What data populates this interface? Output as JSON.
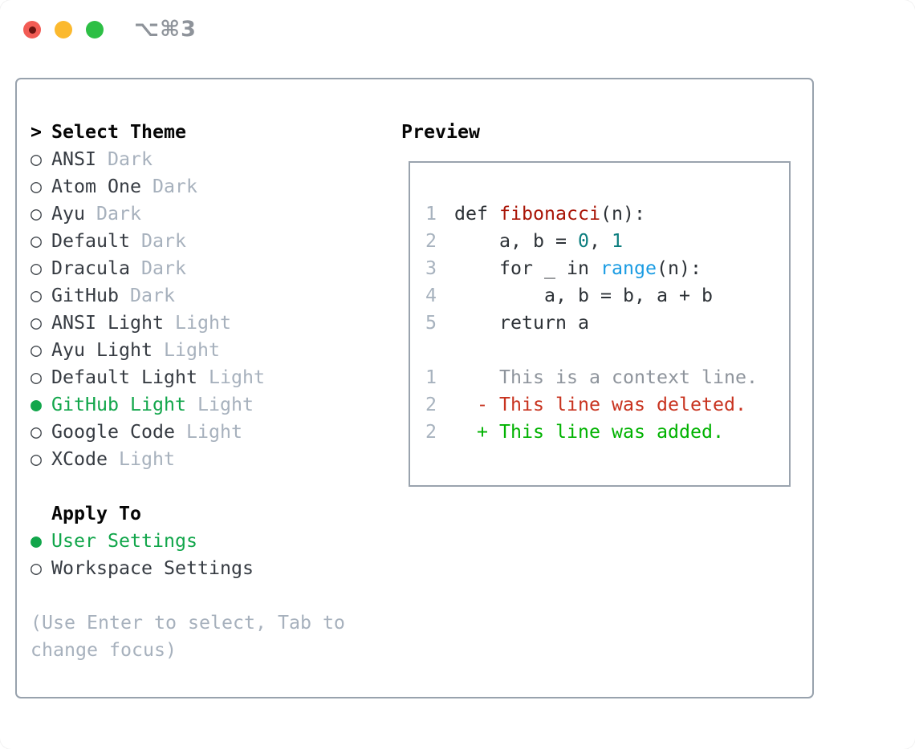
{
  "window": {
    "title": "⌥⌘3"
  },
  "glyphs": {
    "prompt": ">",
    "radio_selected": "●",
    "radio_unselected": "○"
  },
  "theme_picker": {
    "header": "Select Theme",
    "items": [
      {
        "label": "ANSI",
        "tag": "Dark",
        "selected": false
      },
      {
        "label": "Atom One",
        "tag": "Dark",
        "selected": false
      },
      {
        "label": "Ayu",
        "tag": "Dark",
        "selected": false
      },
      {
        "label": "Default",
        "tag": "Dark",
        "selected": false
      },
      {
        "label": "Dracula",
        "tag": "Dark",
        "selected": false
      },
      {
        "label": "GitHub",
        "tag": "Dark",
        "selected": false
      },
      {
        "label": "ANSI Light",
        "tag": "Light",
        "selected": false
      },
      {
        "label": "Ayu Light",
        "tag": "Light",
        "selected": false
      },
      {
        "label": "Default Light",
        "tag": "Light",
        "selected": false
      },
      {
        "label": "GitHub Light",
        "tag": "Light",
        "selected": true
      },
      {
        "label": "Google Code",
        "tag": "Light",
        "selected": false
      },
      {
        "label": "XCode",
        "tag": "Light",
        "selected": false
      }
    ],
    "apply_to": {
      "header": "Apply To",
      "options": [
        {
          "label": "User Settings",
          "selected": true
        },
        {
          "label": "Workspace Settings",
          "selected": false
        }
      ]
    },
    "hint": "(Use Enter to select, Tab to change focus)"
  },
  "preview": {
    "header": "Preview",
    "lines": [
      {
        "num": "1",
        "tokens": [
          {
            "t": "def ",
            "c": "p"
          },
          {
            "t": "fibonacci",
            "c": "fn"
          },
          {
            "t": "(n):",
            "c": "p"
          }
        ]
      },
      {
        "num": "2",
        "tokens": [
          {
            "t": "    a, b = ",
            "c": "p"
          },
          {
            "t": "0",
            "c": "n"
          },
          {
            "t": ", ",
            "c": "p"
          },
          {
            "t": "1",
            "c": "n"
          }
        ]
      },
      {
        "num": "3",
        "tokens": [
          {
            "t": "    for _ in ",
            "c": "p"
          },
          {
            "t": "range",
            "c": "b"
          },
          {
            "t": "(n):",
            "c": "p"
          }
        ]
      },
      {
        "num": "4",
        "tokens": [
          {
            "t": "        a, b = b, a + b",
            "c": "p"
          }
        ]
      },
      {
        "num": "5",
        "tokens": [
          {
            "t": "    return a",
            "c": "p"
          }
        ]
      },
      {
        "num": "",
        "tokens": []
      },
      {
        "num": "1",
        "tokens": [
          {
            "t": "    This is a context line.",
            "c": "ctx"
          }
        ]
      },
      {
        "num": "2",
        "tokens": [
          {
            "t": "  - This line was deleted.",
            "c": "del"
          }
        ]
      },
      {
        "num": "2",
        "tokens": [
          {
            "t": "  + This line was added.",
            "c": "add"
          }
        ]
      }
    ]
  },
  "colors": {
    "accent_green": "#12a64b",
    "diff_added_green": "#00b200",
    "diff_deleted_red": "#c8331f",
    "context_gray": "#8e949c",
    "function_red": "#a91507",
    "number_teal": "#0b7d7e",
    "builtin_blue": "#1b9ce3",
    "panel_border_gray": "#98a2ad",
    "traffic_red": "#f25c55",
    "traffic_yellow": "#fbb92e",
    "traffic_green": "#2dbf45"
  }
}
